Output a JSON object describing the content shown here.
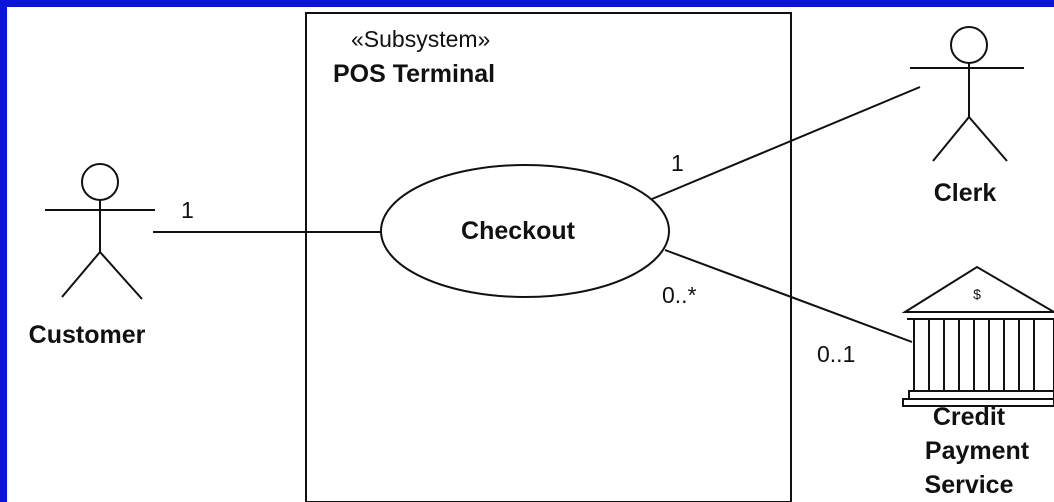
{
  "colors": {
    "border": "#0a14d8",
    "background": "#ffffff",
    "ink": "#111111"
  },
  "subsystem": {
    "stereotype": "«Subsystem»",
    "name": "POS Terminal"
  },
  "use_case": {
    "label": "Checkout"
  },
  "actors": {
    "customer": {
      "label": "Customer"
    },
    "clerk": {
      "label": "Clerk"
    },
    "credit_payment_service": {
      "label_lines": [
        "Credit",
        "Payment",
        "Service"
      ],
      "icon": "bank-icon",
      "symbol": "$"
    }
  },
  "multiplicities": {
    "customer_end": "1",
    "clerk_end": "1",
    "checkout_service_end": "0..*",
    "service_end": "0..1"
  }
}
